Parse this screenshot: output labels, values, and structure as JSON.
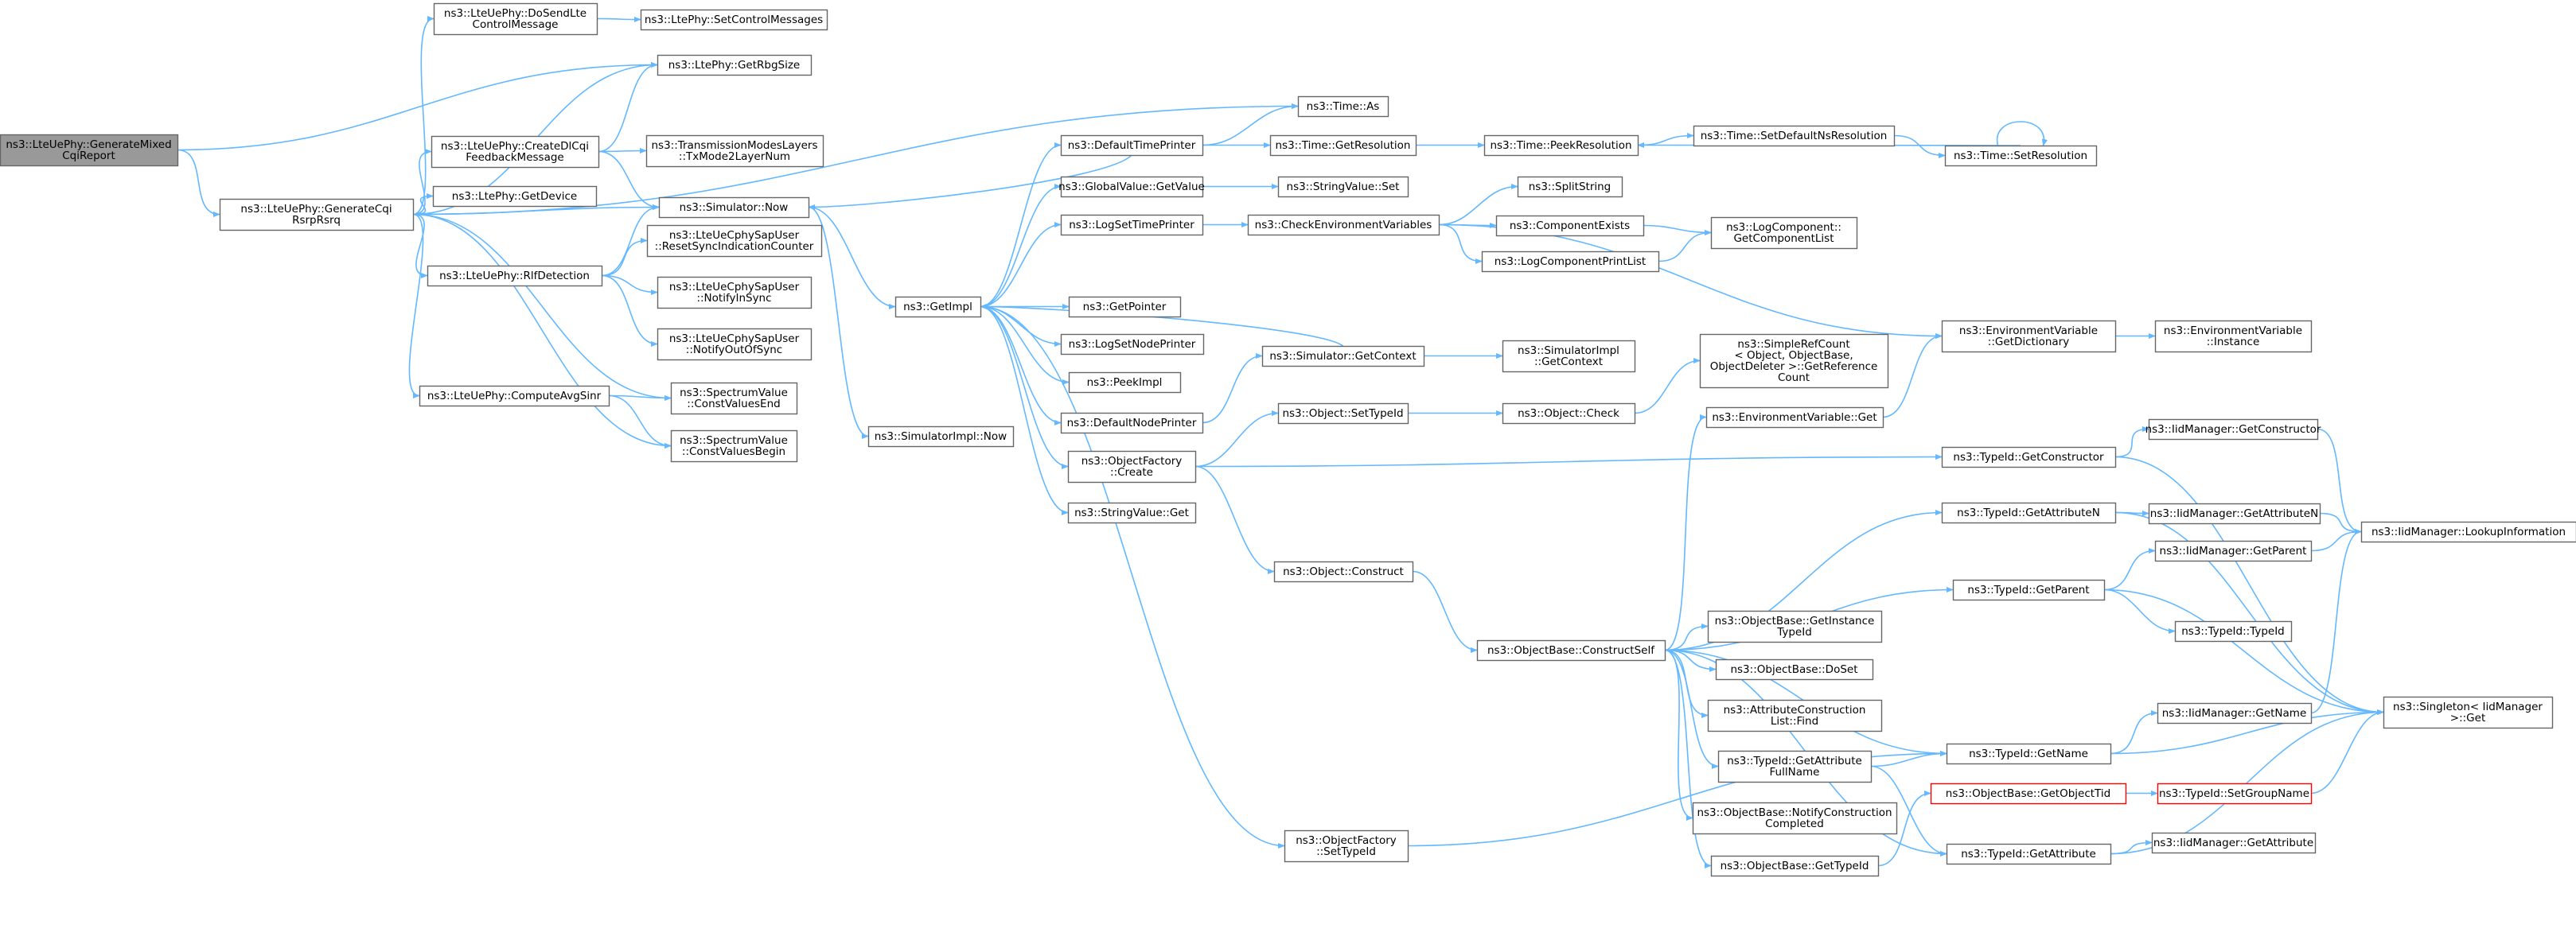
{
  "colors": {
    "edge": "#63b8ff",
    "node_fill": "#ffffff",
    "node_border": "#666666",
    "root_fill": "#999999",
    "root_border": "#666666",
    "red_border": "#ff0000"
  },
  "nodes": [
    {
      "id": "root",
      "lines": [
        "ns3::LteUePhy::GenerateMixed",
        "CqiReport"
      ],
      "style": "root"
    },
    {
      "id": "gencqi",
      "lines": [
        "ns3::LteUePhy::GenerateCqi",
        "RsrpRsrq"
      ]
    },
    {
      "id": "dosend",
      "lines": [
        "ns3::LteUePhy::DoSendLte",
        "ControlMessage"
      ]
    },
    {
      "id": "setctrl",
      "lines": [
        "ns3::LtePhy::SetControlMessages"
      ]
    },
    {
      "id": "getrbg",
      "lines": [
        "ns3::LtePhy::GetRbgSize"
      ]
    },
    {
      "id": "createdl",
      "lines": [
        "ns3::LteUePhy::CreateDlCqi",
        "FeedbackMessage"
      ]
    },
    {
      "id": "txmode",
      "lines": [
        "ns3::TransmissionModesLayers",
        "::TxMode2LayerNum"
      ]
    },
    {
      "id": "getdevice",
      "lines": [
        "ns3::LtePhy::GetDevice"
      ]
    },
    {
      "id": "simnow",
      "lines": [
        "ns3::Simulator::Now"
      ]
    },
    {
      "id": "rlf",
      "lines": [
        "ns3::LteUePhy::RlfDetection"
      ]
    },
    {
      "id": "resetsync",
      "lines": [
        "ns3::LteUeCphySapUser",
        "::ResetSyncIndicationCounter"
      ]
    },
    {
      "id": "insync",
      "lines": [
        "ns3::LteUeCphySapUser",
        "::NotifyInSync"
      ]
    },
    {
      "id": "outofsync",
      "lines": [
        "ns3::LteUeCphySapUser",
        "::NotifyOutOfSync"
      ]
    },
    {
      "id": "avgsinr",
      "lines": [
        "ns3::LteUePhy::ComputeAvgSinr"
      ]
    },
    {
      "id": "cvend",
      "lines": [
        "ns3::SpectrumValue",
        "::ConstValuesEnd"
      ]
    },
    {
      "id": "cvbegin",
      "lines": [
        "ns3::SpectrumValue",
        "::ConstValuesBegin"
      ]
    },
    {
      "id": "timeas",
      "lines": [
        "ns3::Time::As"
      ]
    },
    {
      "id": "deftimep",
      "lines": [
        "ns3::DefaultTimePrinter"
      ]
    },
    {
      "id": "getres",
      "lines": [
        "ns3::Time::GetResolution"
      ]
    },
    {
      "id": "peekres",
      "lines": [
        "ns3::Time::PeekResolution"
      ]
    },
    {
      "id": "setdefns",
      "lines": [
        "ns3::Time::SetDefaultNsResolution"
      ]
    },
    {
      "id": "setres",
      "lines": [
        "ns3::Time::SetResolution"
      ]
    },
    {
      "id": "gvget",
      "lines": [
        "ns3::GlobalValue::GetValue"
      ]
    },
    {
      "id": "svset",
      "lines": [
        "ns3::StringValue::Set"
      ]
    },
    {
      "id": "logsettp",
      "lines": [
        "ns3::LogSetTimePrinter"
      ]
    },
    {
      "id": "checkenv",
      "lines": [
        "ns3::CheckEnvironmentVariables"
      ]
    },
    {
      "id": "splitstr",
      "lines": [
        "ns3::SplitString"
      ]
    },
    {
      "id": "compexists",
      "lines": [
        "ns3::ComponentExists"
      ]
    },
    {
      "id": "logcompprint",
      "lines": [
        "ns3::LogComponentPrintList"
      ]
    },
    {
      "id": "getcomplist",
      "lines": [
        "ns3::LogComponent::",
        "GetComponentList"
      ]
    },
    {
      "id": "simimplnow",
      "lines": [
        "ns3::SimulatorImpl::Now"
      ]
    },
    {
      "id": "getimpl",
      "lines": [
        "ns3::GetImpl"
      ]
    },
    {
      "id": "getpointer",
      "lines": [
        "ns3::GetPointer"
      ]
    },
    {
      "id": "logsetnp",
      "lines": [
        "ns3::LogSetNodePrinter"
      ]
    },
    {
      "id": "peekimpl",
      "lines": [
        "ns3::PeekImpl"
      ]
    },
    {
      "id": "defnodep",
      "lines": [
        "ns3::DefaultNodePrinter"
      ]
    },
    {
      "id": "simgetctx",
      "lines": [
        "ns3::Simulator::GetContext"
      ]
    },
    {
      "id": "simimplctx",
      "lines": [
        "ns3::SimulatorImpl",
        "::GetContext"
      ]
    },
    {
      "id": "simplerefcount",
      "lines": [
        "ns3::SimpleRefCount",
        "< Object, ObjectBase,",
        "ObjectDeleter >::GetReference",
        "Count"
      ]
    },
    {
      "id": "envgetdict",
      "lines": [
        "ns3::EnvironmentVariable",
        "::GetDictionary"
      ]
    },
    {
      "id": "envinst",
      "lines": [
        "ns3::EnvironmentVariable",
        "::Instance"
      ]
    },
    {
      "id": "objsettid",
      "lines": [
        "ns3::Object::SetTypeId"
      ]
    },
    {
      "id": "objcheck",
      "lines": [
        "ns3::Object::Check"
      ]
    },
    {
      "id": "envget",
      "lines": [
        "ns3::EnvironmentVariable::Get"
      ]
    },
    {
      "id": "ofcreate",
      "lines": [
        "ns3::ObjectFactory",
        "::Create"
      ]
    },
    {
      "id": "svget",
      "lines": [
        "ns3::StringValue::Get"
      ]
    },
    {
      "id": "tidgetctor",
      "lines": [
        "ns3::TypeId::GetConstructor"
      ]
    },
    {
      "id": "iidgetctor",
      "lines": [
        "ns3::IidManager::GetConstructor"
      ]
    },
    {
      "id": "lookupinfo",
      "lines": [
        "ns3::IidManager::LookupInformation"
      ]
    },
    {
      "id": "tidgetattrn",
      "lines": [
        "ns3::TypeId::GetAttributeN"
      ]
    },
    {
      "id": "iidgetattrn",
      "lines": [
        "ns3::IidManager::GetAttributeN"
      ]
    },
    {
      "id": "objconstruct",
      "lines": [
        "ns3::Object::Construct"
      ]
    },
    {
      "id": "iidgetparent",
      "lines": [
        "ns3::IidManager::GetParent"
      ]
    },
    {
      "id": "tidgetparent",
      "lines": [
        "ns3::TypeId::GetParent"
      ]
    },
    {
      "id": "tidtid",
      "lines": [
        "ns3::TypeId::TypeId"
      ]
    },
    {
      "id": "obgetinst",
      "lines": [
        "ns3::ObjectBase::GetInstance",
        "TypeId"
      ]
    },
    {
      "id": "obconstructself",
      "lines": [
        "ns3::ObjectBase::ConstructSelf"
      ]
    },
    {
      "id": "obdoset",
      "lines": [
        "ns3::ObjectBase::DoSet"
      ]
    },
    {
      "id": "attrfind",
      "lines": [
        "ns3::AttributeConstruction",
        "List::Find"
      ]
    },
    {
      "id": "singleton",
      "lines": [
        "ns3::Singleton< IidManager",
        ">::Get"
      ]
    },
    {
      "id": "tidgetattrfull",
      "lines": [
        "ns3::TypeId::GetAttribute",
        "FullName"
      ]
    },
    {
      "id": "tidgetname",
      "lines": [
        "ns3::TypeId::GetName"
      ]
    },
    {
      "id": "iidgetname",
      "lines": [
        "ns3::IidManager::GetName"
      ]
    },
    {
      "id": "obgetobjtid",
      "lines": [
        "ns3::ObjectBase::GetObjectTid"
      ],
      "style": "red"
    },
    {
      "id": "tidsetgroup",
      "lines": [
        "ns3::TypeId::SetGroupName"
      ],
      "style": "red"
    },
    {
      "id": "obnotify",
      "lines": [
        "ns3::ObjectBase::NotifyConstruction",
        "Completed"
      ]
    },
    {
      "id": "ofsettid",
      "lines": [
        "ns3::ObjectFactory",
        "::SetTypeId"
      ]
    },
    {
      "id": "tidgetattr",
      "lines": [
        "ns3::TypeId::GetAttribute"
      ]
    },
    {
      "id": "iidgetattr",
      "lines": [
        "ns3::IidManager::GetAttribute"
      ]
    },
    {
      "id": "obgettid",
      "lines": [
        "ns3::ObjectBase::GetTypeId"
      ]
    }
  ]
}
